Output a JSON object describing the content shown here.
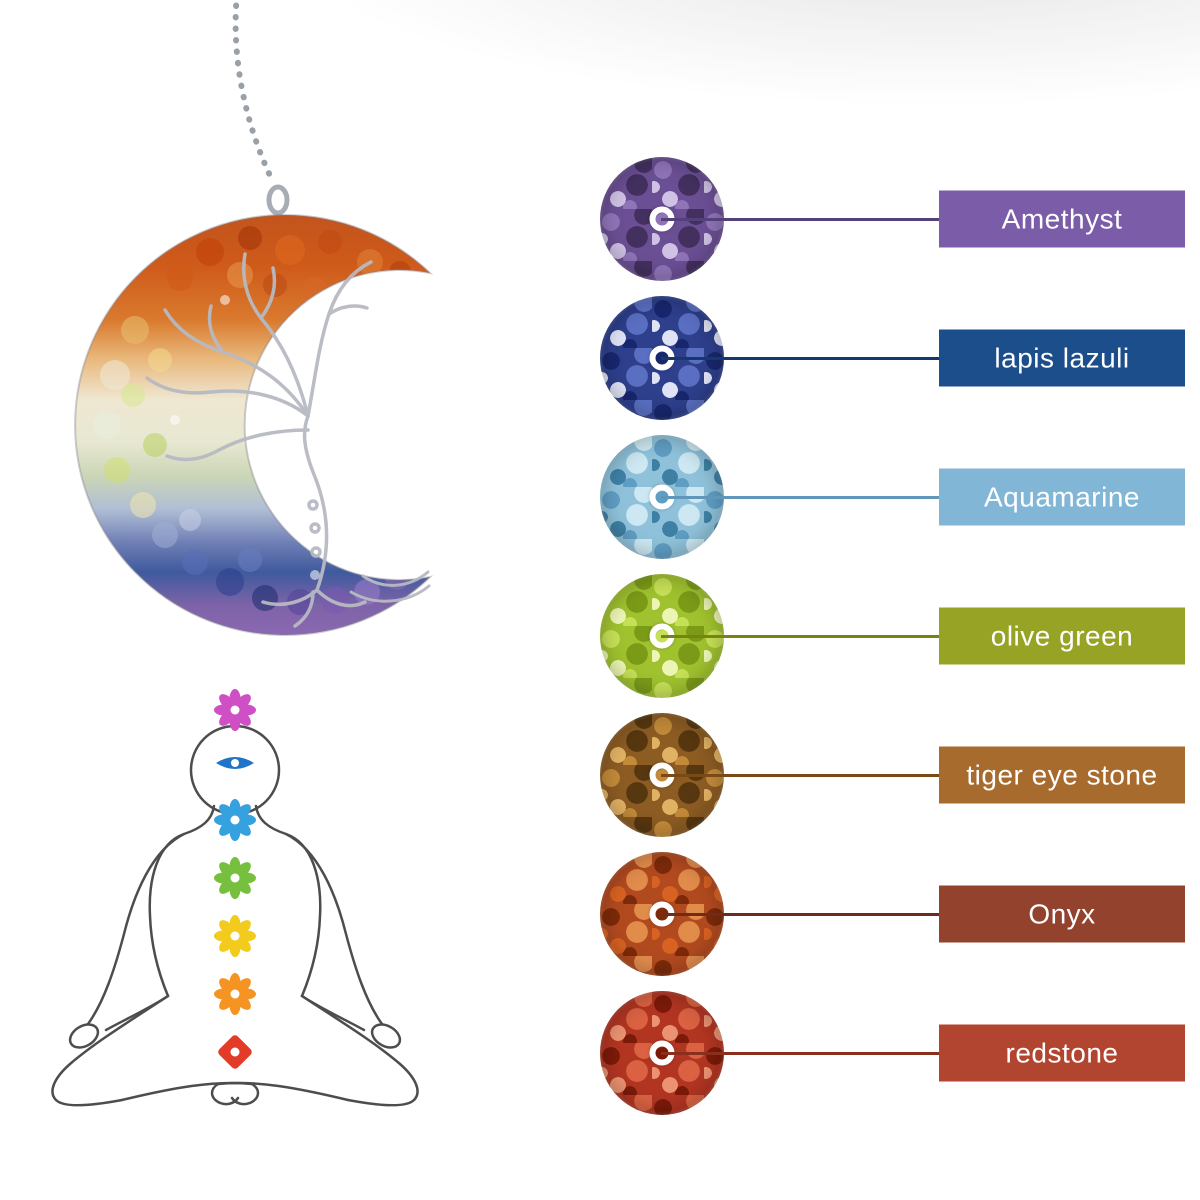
{
  "stones": [
    {
      "name": "Amethyst",
      "label_color": "#7b5ca8",
      "line_color": "#54407a",
      "c1": "#6b4f94",
      "c2": "#8f74b8",
      "c3": "#43305f",
      "c4": "#cfc2e4"
    },
    {
      "name": "lapis lazuli",
      "label_color": "#1d4e8c",
      "line_color": "#16396b",
      "c1": "#2e3f8c",
      "c2": "#18266e",
      "c3": "#5a6fc2",
      "c4": "#dfe3f5"
    },
    {
      "name": "Aquamarine",
      "label_color": "#81b6d6",
      "line_color": "#5f96ba",
      "c1": "#8fc2da",
      "c2": "#5f9dc2",
      "c3": "#cde8f2",
      "c4": "#3e80a4"
    },
    {
      "name": "olive green",
      "label_color": "#97a325",
      "line_color": "#76850f",
      "c1": "#a0c22f",
      "c2": "#c6e058",
      "c3": "#7b9b18",
      "c4": "#ecf5b4"
    },
    {
      "name": "tiger eye stone",
      "label_color": "#a86b2e",
      "line_color": "#7a4a16",
      "c1": "#8c5c23",
      "c2": "#c28a39",
      "c3": "#57370f",
      "c4": "#e2b264"
    },
    {
      "name": "Onyx",
      "label_color": "#93422e",
      "line_color": "#6e2d1c",
      "c1": "#b24a1f",
      "c2": "#7c2a09",
      "c3": "#e28c4c",
      "c4": "#d86222"
    },
    {
      "name": "redstone",
      "label_color": "#b2452f",
      "line_color": "#8a2f1c",
      "c1": "#b23522",
      "c2": "#7c1a09",
      "c3": "#da6242",
      "c4": "#ea9272"
    }
  ],
  "chakras": [
    {
      "name": "crown",
      "color": "#cf4fc4"
    },
    {
      "name": "third-eye",
      "color": "#1f74c8"
    },
    {
      "name": "throat",
      "color": "#35a1de"
    },
    {
      "name": "heart",
      "color": "#77bf3e"
    },
    {
      "name": "solar-plexus",
      "color": "#f2cb1d"
    },
    {
      "name": "sacral",
      "color": "#f59422"
    },
    {
      "name": "root",
      "color": "#e23c28"
    }
  ]
}
